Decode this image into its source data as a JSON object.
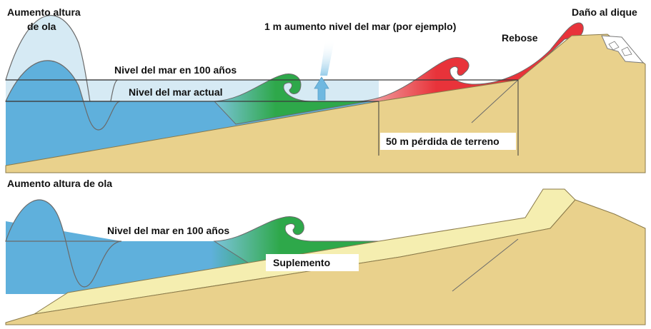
{
  "top_panel": {
    "label_wave_height": [
      "Aumento altura",
      "de ola"
    ],
    "label_sea_rise": "1 m aumento nivel del mar (por ejemplo)",
    "label_dike_damage": "Daño al dique",
    "label_overtopping": "Rebose",
    "label_future_sea_level": "Nivel del mar en 100 años",
    "label_current_sea_level": "Nivel del mar actual",
    "label_land_loss": "50 m pérdida de terreno"
  },
  "bottom_panel": {
    "label_wave_height": "Aumento altura de ola",
    "label_future_sea_level": "Nivel del mar en 100 años",
    "label_nourishment": "Suplemento"
  },
  "colors": {
    "sand": "#e9d18c",
    "sand_stroke": "#8a7a4a",
    "nourishment": "#f5eeb0",
    "sea_current": "#5fb0dc",
    "sea_future": "#d6eaf4",
    "wave_green": "#2ea84a",
    "wave_red": "#e8333a",
    "arrow_blue": "#6fb8e0"
  }
}
